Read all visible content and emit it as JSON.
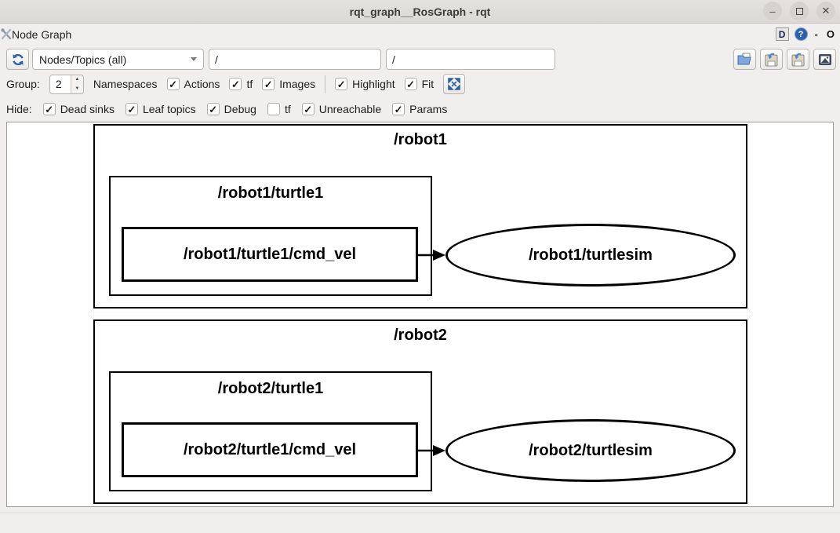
{
  "window": {
    "title": "rqt_graph__RosGraph - rqt",
    "controls": {
      "minimize": "–",
      "close": "✕"
    }
  },
  "dock": {
    "title": "Node Graph",
    "buttons": {
      "d_badge": "D",
      "help": "?",
      "collapse": "-",
      "float": "O"
    }
  },
  "toolbar": {
    "graph_type_value": "Nodes/Topics (all)",
    "node_filter_value": "/",
    "topic_filter_value": "/",
    "action_icons": [
      "open-dot-file",
      "save-as-dot",
      "save-as-svg",
      "save-as-image"
    ]
  },
  "options": {
    "group_label": "Group:",
    "group_value": "2",
    "namespaces_label": "Namespaces",
    "group_checkboxes": [
      {
        "label": "Actions",
        "checked": true
      },
      {
        "label": "tf",
        "checked": true
      },
      {
        "label": "Images",
        "checked": true
      }
    ],
    "view_checkboxes": [
      {
        "label": "Highlight",
        "checked": true
      },
      {
        "label": "Fit",
        "checked": true
      }
    ],
    "hide_label": "Hide:",
    "hide_checkboxes": [
      {
        "label": "Dead sinks",
        "checked": true
      },
      {
        "label": "Leaf topics",
        "checked": true
      },
      {
        "label": "Debug",
        "checked": true
      },
      {
        "label": "tf",
        "checked": false
      },
      {
        "label": "Unreachable",
        "checked": true
      },
      {
        "label": "Params",
        "checked": true
      }
    ]
  },
  "graph": {
    "clusters": [
      {
        "label": "/robot1",
        "subcluster": "/robot1/turtle1",
        "topic": "/robot1/turtle1/cmd_vel",
        "node": "/robot1/turtlesim"
      },
      {
        "label": "/robot2",
        "subcluster": "/robot2/turtle1",
        "topic": "/robot2/turtle1/cmd_vel",
        "node": "/robot2/turtlesim"
      }
    ]
  },
  "colors": {
    "icon_blue": "#2d62a8",
    "titlebar_bg": "#dedbd8",
    "ui_bg": "#f0efed",
    "graph_stroke": "#000000",
    "canvas_bg": "#ffffff"
  }
}
